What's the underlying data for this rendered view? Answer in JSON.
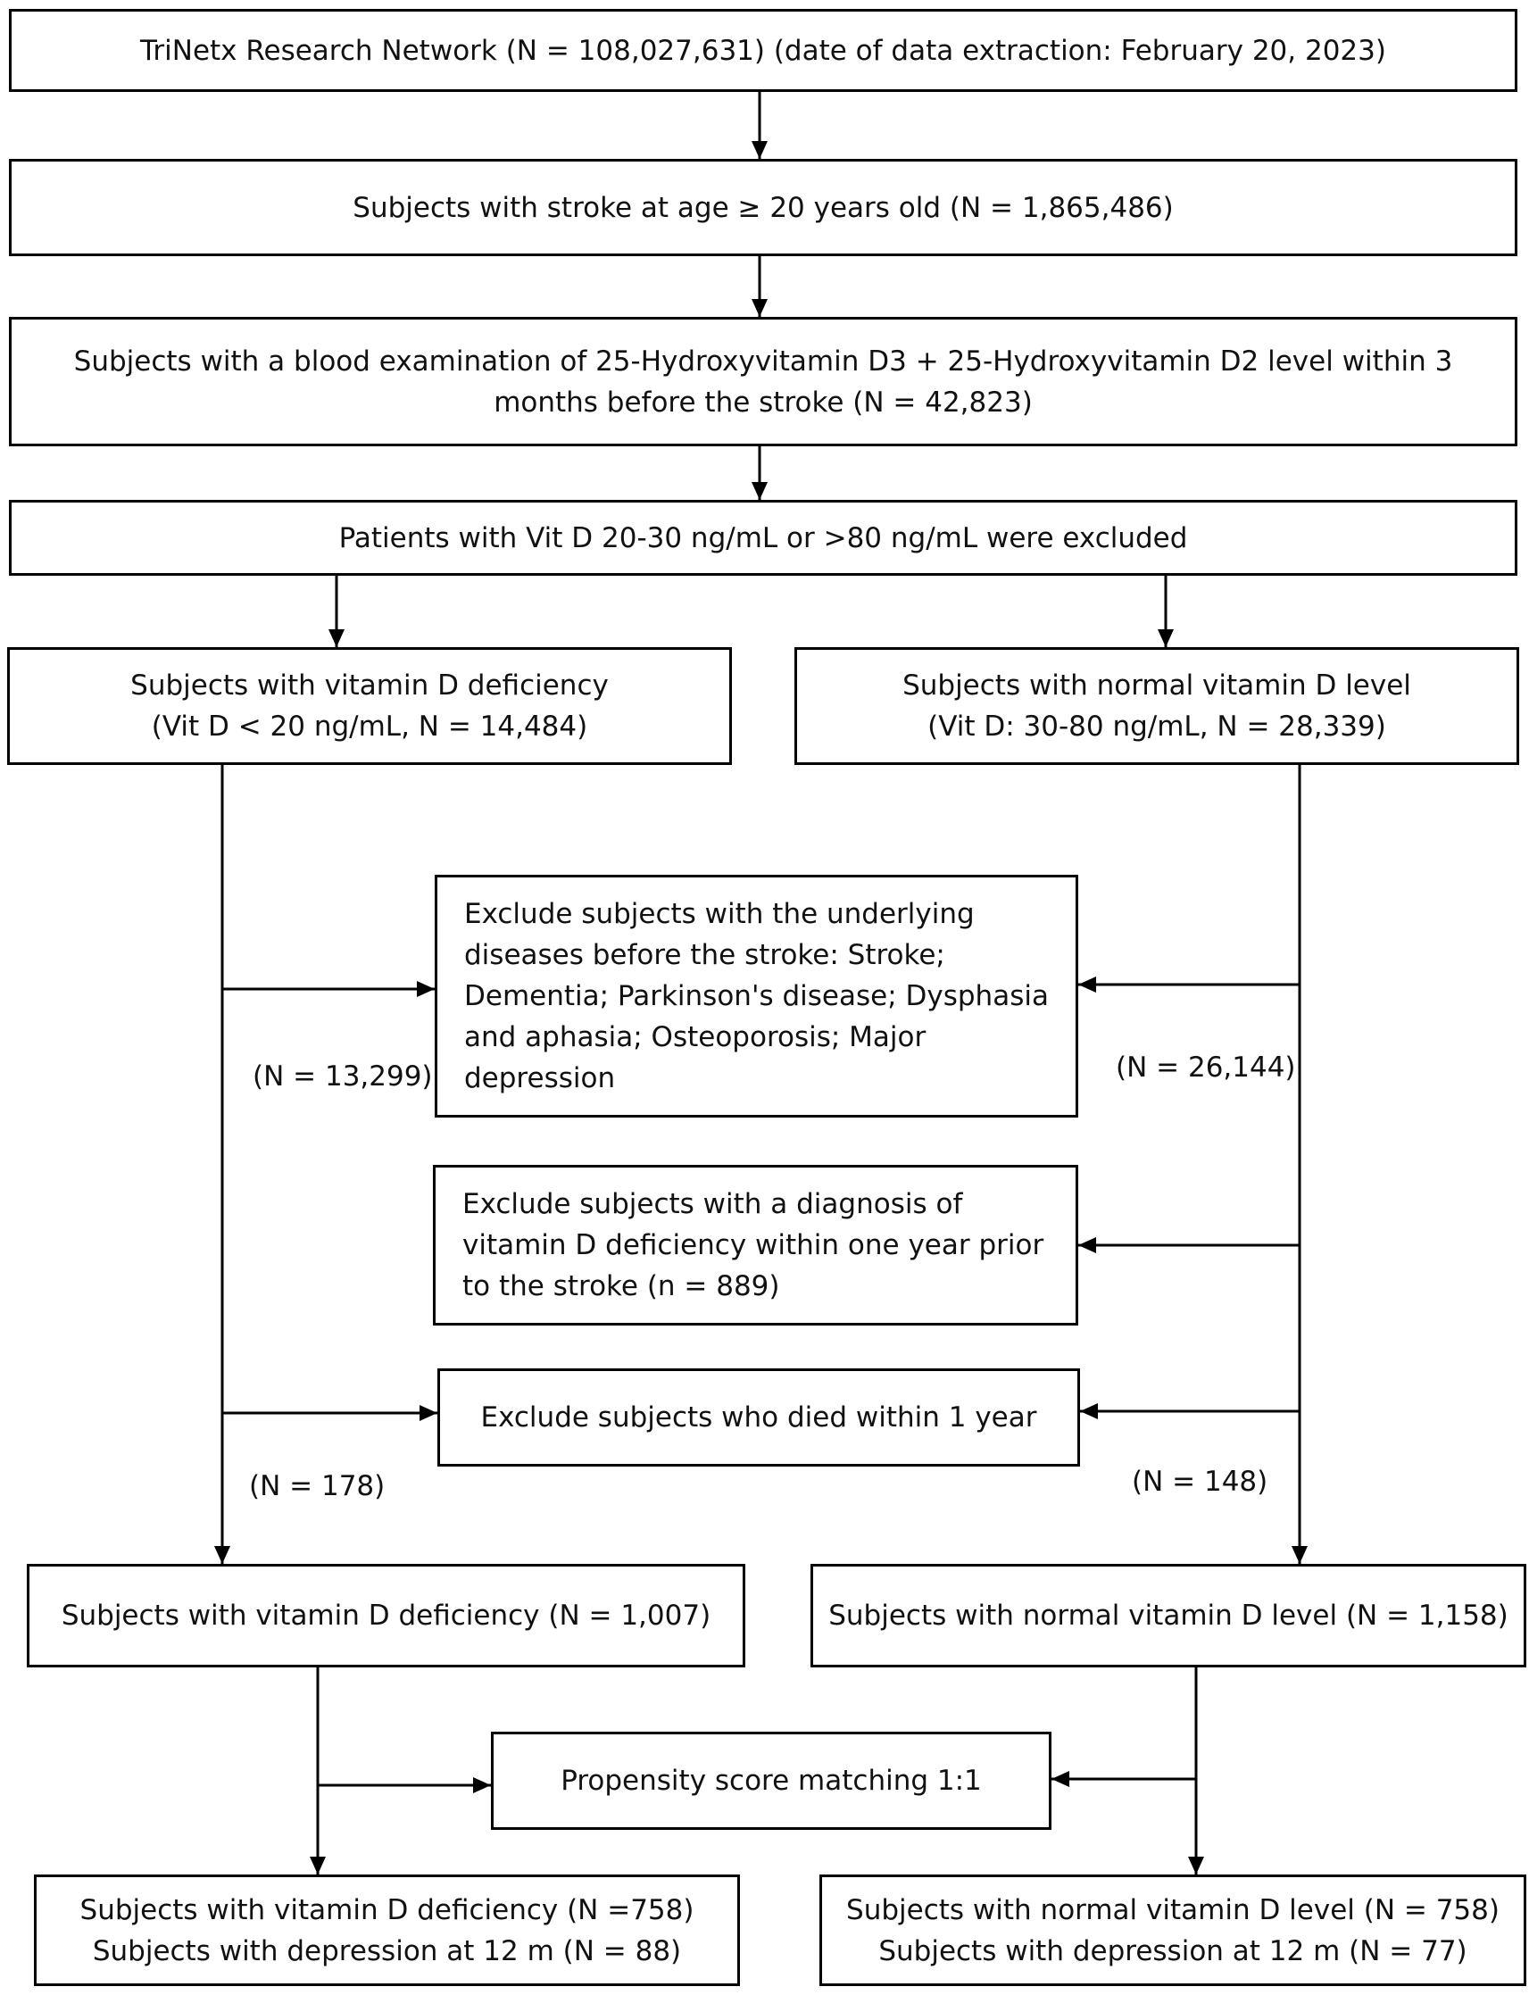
{
  "nodes": {
    "network": [
      "TriNetx Research Network (N = 108,027,631) (date of data extraction: February 20, 2023)"
    ],
    "stroke": [
      "Subjects with stroke at age ≥ 20 years old (N = 1,865,486)"
    ],
    "blood_exam": [
      "Subjects with a blood examination of 25-Hydroxyvitamin D3 + 25-Hydroxyvitamin D2 level within 3",
      "months before the stroke (N = 42,823)"
    ],
    "excluded_range": [
      "Patients with Vit D 20-30 ng/mL or >80 ng/mL were excluded"
    ],
    "deficiency_group": [
      "Subjects with vitamin D deficiency",
      "(Vit D < 20 ng/mL, N = 14,484)"
    ],
    "normal_group": [
      "Subjects with normal vitamin D level",
      "(Vit D: 30-80 ng/mL, N = 28,339)"
    ],
    "exclude_diseases": [
      "Exclude subjects with the underlying",
      "diseases before the stroke: Stroke;",
      "Dementia; Parkinson's disease; Dysphasia",
      "and aphasia; Osteoporosis; Major",
      "depression"
    ],
    "exclude_diagnosis": [
      "Exclude subjects with a diagnosis of",
      "vitamin D deficiency within one year prior",
      "to the stroke (n = 889)"
    ],
    "exclude_died": [
      "Exclude subjects who died within 1 year"
    ],
    "deficiency_final": [
      "Subjects with vitamin D deficiency (N = 1,007)"
    ],
    "normal_final": [
      "Subjects with normal vitamin D level (N = 1,158)"
    ],
    "psm": [
      "Propensity score matching 1:1"
    ],
    "deficiency_matched": [
      "Subjects with vitamin D deficiency (N =758)",
      "Subjects with depression at 12 m (N = 88)"
    ],
    "normal_matched": [
      "Subjects with normal vitamin D level (N = 758)",
      "Subjects with depression at 12 m (N = 77)"
    ]
  },
  "counts": {
    "left_diseases": "(N = 13,299)",
    "right_diseases": "(N = 26,144)",
    "left_died": "(N = 178)",
    "right_died": "(N = 148)"
  }
}
